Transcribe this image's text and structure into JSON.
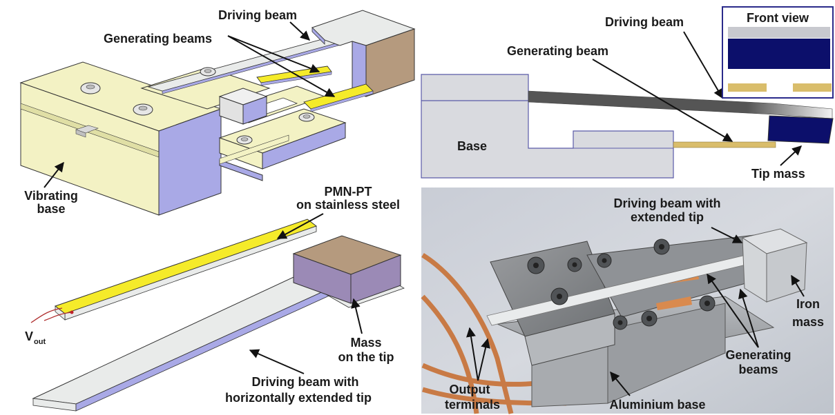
{
  "colors": {
    "yellow_body": "#f3f2c4",
    "yellow_side": "#e4e3a8",
    "lavender": "#a9a9e6",
    "piezo": "#f5eb2a",
    "steel": "#e9ebea",
    "mass_top": "#b59a7e",
    "mass_side": "#9b8ab6",
    "tip_mass": "#0c0f6b",
    "gold": "#d9bd6b",
    "gray_base": "#d9dadf"
  },
  "panel_a": {
    "driving_beam": "Driving beam",
    "generating_beams": "Generating beams",
    "vibrating_base_line1": "Vibrating",
    "vibrating_base_line2": "base"
  },
  "panel_b": {
    "front_view": "Front view",
    "driving_beam": "Driving beam",
    "generating_beam": "Generating beam",
    "base": "Base",
    "tip_mass": "Tip mass"
  },
  "panel_c": {
    "pmn_line1": "PMN-PT",
    "pmn_line2": "on stainless steel",
    "vout_main": "V",
    "vout_sub": "out",
    "mass_line1": "Mass",
    "mass_line2": "on the tip",
    "beam_line1": "Driving beam with",
    "beam_line2": "horizontally extended tip"
  },
  "panel_d": {
    "driving_line1": "Driving beam with",
    "driving_line2": "extended tip",
    "iron_line1": "Iron",
    "iron_line2": "mass",
    "gen_line1": "Generating",
    "gen_line2": "beams",
    "out_line1": "Output",
    "out_line2": "terminals",
    "alu_base": "Aluminium base"
  }
}
